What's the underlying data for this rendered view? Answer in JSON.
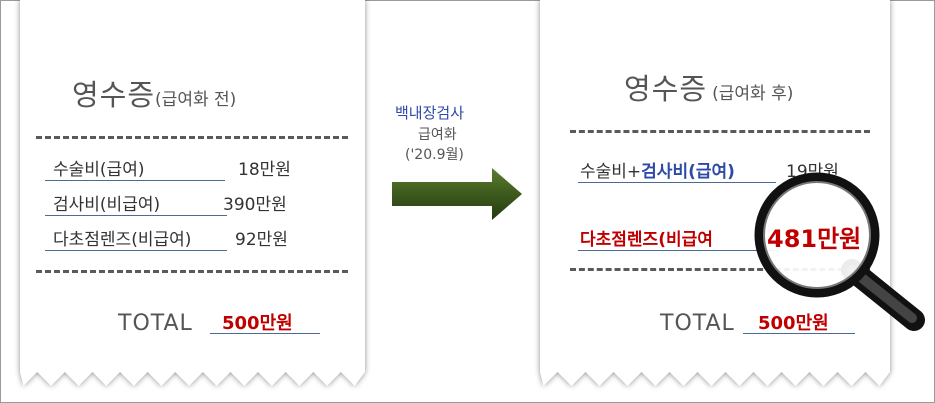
{
  "left_receipt": {
    "title_main": "영수증",
    "title_sub": "(급여화 전)",
    "items": [
      {
        "label": "수술비(급여)",
        "value": "18만원"
      },
      {
        "label": "검사비(비급여)",
        "value": "390만원"
      },
      {
        "label": "다초점렌즈(비급여)",
        "value": "92만원"
      }
    ],
    "total_label": "TOTAL",
    "total_value": "500만원"
  },
  "middle": {
    "title": "백내장검사",
    "line2": "급여화",
    "line3": "('20.9월)",
    "arrow_color": "#3d5a1e"
  },
  "right_receipt": {
    "title_main": "영수증",
    "title_sub": "(급여화 후)",
    "item1_prefix": "수술비+",
    "item1_highlight": "검사비(급여)",
    "item1_value": "19만원",
    "item2_label": "다초점렌즈(비급여",
    "item2_value": "481만원",
    "total_label": "TOTAL",
    "total_value": "500만원"
  },
  "colors": {
    "accent_red": "#c00000",
    "accent_blue": "#2e4aa8"
  },
  "icons": {
    "magnifier": "magnifying-glass-icon",
    "arrow": "right-arrow-icon"
  }
}
